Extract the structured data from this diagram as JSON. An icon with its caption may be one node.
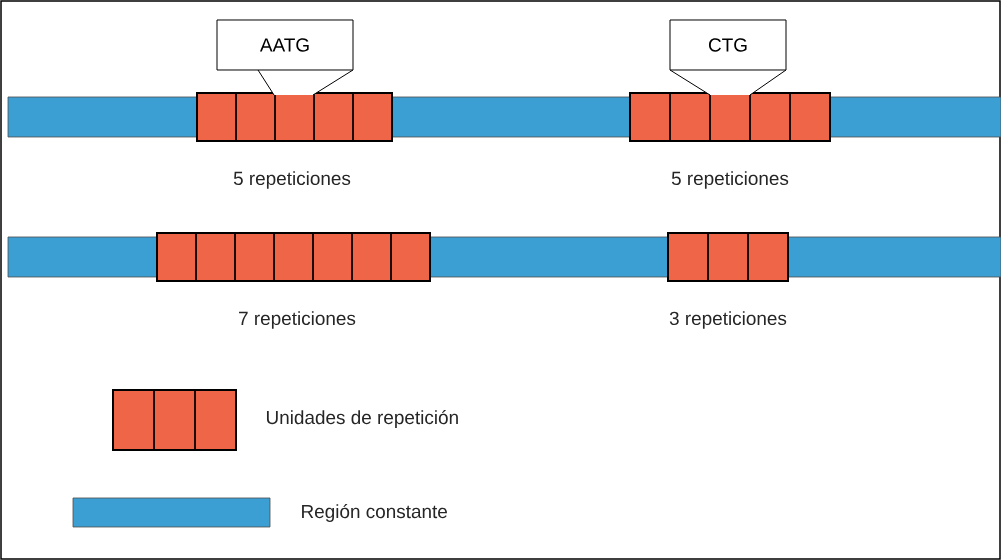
{
  "diagram": {
    "nodes": [
      {
        "text": [
          "AATG"
        ]
      },
      {
        "text": [
          "CTG"
        ]
      }
    ],
    "labels": [
      "5 repeticiones",
      "5 repeticiones",
      "7 repeticiones",
      "3 repeticiones"
    ],
    "legend": [
      {
        "text": "Unidades de repetición",
        "color": "#ef6548"
      },
      {
        "text": "Región constante",
        "color": "#3b9fd4"
      }
    ]
  }
}
